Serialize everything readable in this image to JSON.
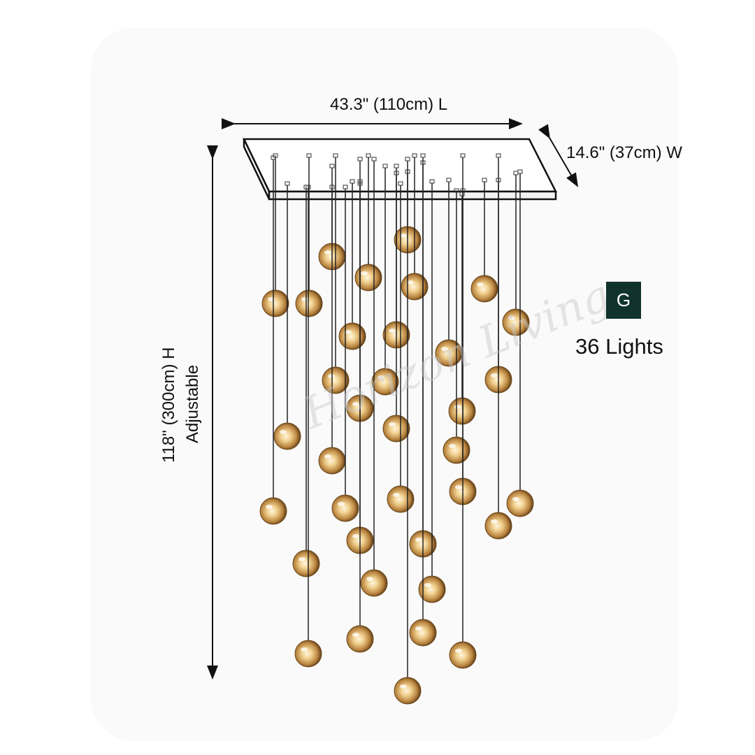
{
  "dimensions": {
    "length": "43.3\" (110cm) L",
    "width": "14.6\" (37cm) W",
    "height": "118\" (300cm) H",
    "adjustable": "Adjustable"
  },
  "badge": {
    "letter": "G",
    "color": "#11332e"
  },
  "lights_count": "36 Lights",
  "watermark": "Horizon Living",
  "product": {
    "pendant_count": 36,
    "canopy_shape": "rectangular",
    "globe_style": "amber glass bubble globe"
  }
}
